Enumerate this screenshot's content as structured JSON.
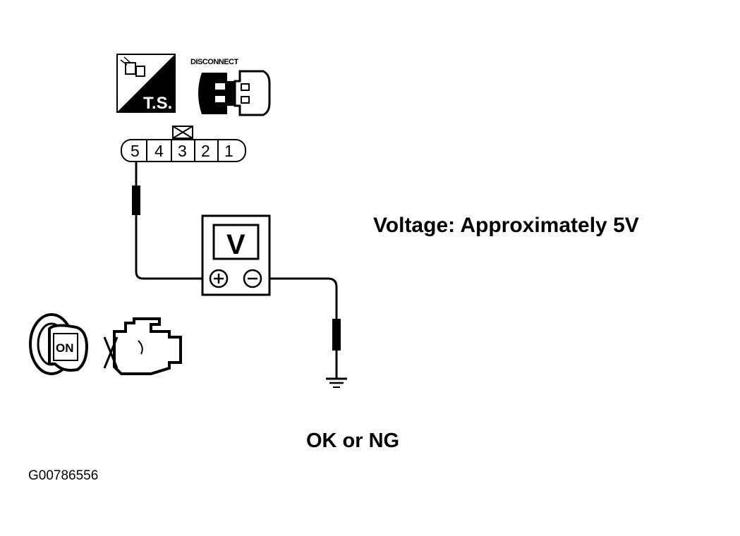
{
  "icons": {
    "ts_badge": {
      "icon": "test-probe-icon",
      "label": "T.S."
    },
    "disconnect": {
      "icon": "disconnected-connector-icon",
      "label": "DISCONNECT"
    },
    "ignition": {
      "icon": "ignition-key-icon",
      "label": "ON"
    },
    "engine": {
      "icon": "engine-stopped-icon"
    }
  },
  "connector": {
    "pins": [
      "5",
      "4",
      "3",
      "2",
      "1"
    ],
    "unused_pin": "3",
    "probe_pin": "5"
  },
  "meter": {
    "symbol": "V",
    "plus": "+",
    "minus": "−"
  },
  "measurement": {
    "text": "Voltage: Approximately 5V"
  },
  "result": {
    "text": "OK or NG"
  },
  "figure_id": "G00786556"
}
